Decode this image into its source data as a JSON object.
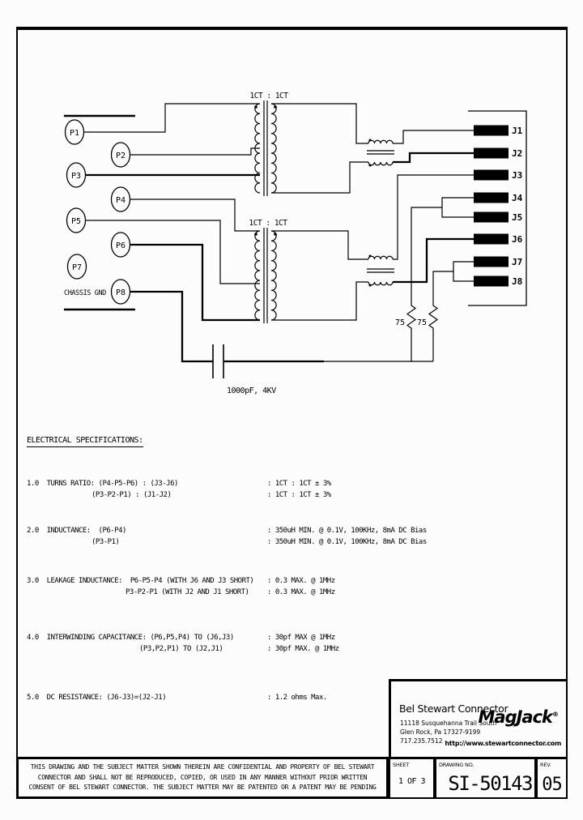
{
  "schematic": {
    "transformer1_label": "1CT : 1CT",
    "transformer2_label": "1CT : 1CT",
    "p_pins": [
      "P1",
      "P2",
      "P3",
      "P4",
      "P5",
      "P6",
      "P7",
      "P8"
    ],
    "j_pins": [
      "J1",
      "J2",
      "J3",
      "J4",
      "J5",
      "J6",
      "J7",
      "J8"
    ],
    "chassis_gnd_label": "CHASSIS GND",
    "capacitor_label": "1000pF, 4KV",
    "resistor_labels": [
      "75",
      "75"
    ]
  },
  "specs": {
    "heading": "ELECTRICAL SPECIFICATIONS:",
    "items": [
      {
        "rows": [
          {
            "left": "1.0  TURNS RATIO: (P4-P5-P6) : (J3-J6)",
            "right": ": 1CT : 1CT ± 3%"
          },
          {
            "left": "(P3-P2-P1) : (J1-J2)",
            "right": ": 1CT : 1CT ± 3%"
          }
        ]
      },
      {
        "rows": [
          {
            "left": "2.0  INDUCTANCE:  (P6-P4)",
            "right": ": 350uH MIN. @ 0.1V, 100KHz, 8mA DC Bias"
          },
          {
            "left": "(P3-P1)",
            "right": ": 350uH MIN. @ 0.1V, 100KHz, 8mA DC Bias"
          }
        ]
      },
      {
        "rows": [
          {
            "left": "3.0  LEAKAGE INDUCTANCE:  P6-P5-P4 (WITH J6 AND J3 SHORT)",
            "right": ": 0.3 MAX. @ 1MHz"
          },
          {
            "left": "P3-P2-P1 (WITH J2 AND J1 SHORT)",
            "right": ": 0.3 MAX. @ 1MHz"
          }
        ]
      },
      {
        "rows": [
          {
            "left": "4.0  INTERWINDING CAPACITANCE: (P6,P5,P4) TO (J6,J3)",
            "right": ": 30pf MAX @ 1MHz"
          },
          {
            "left": "(P3,P2,P1) TO (J2,J1)",
            "right": ": 30pf MAX. @ 1MHz"
          }
        ]
      },
      {
        "rows": [
          {
            "left": "5.0  DC RESISTANCE: (J6-J3)=(J2-J1)",
            "right": ": 1.2 ohms Max."
          }
        ]
      }
    ]
  },
  "title_block": {
    "company": "Bel Stewart Connector",
    "address_line1": "11118 Susquehanna Trail South",
    "address_line2": "Glen Rock, Pa  17327-9199",
    "phone": "717.235.7512",
    "brand": "MagJack",
    "brand_mark": "®",
    "website": "http://www.stewartconnector.com",
    "sheet_label": "SHEET",
    "sheet_value": "1 OF 3",
    "drawing_no_label": "DRAWING NO.",
    "drawing_no_value": "SI-50143",
    "rev_label": "REV.",
    "rev_value": "05"
  },
  "legal": {
    "text": "THIS DRAWING AND THE SUBJECT MATTER SHOWN THEREIN ARE CONFIDENTIAL AND PROPERTY OF BEL STEWART CONNECTOR AND SHALL NOT BE REPRODUCED, COPIED, OR USED IN ANY MANNER WITHOUT PRIOR WRITTEN CONSENT OF BEL STEWART CONNECTOR.  THE SUBJECT MATTER MAY BE PATENTED OR A PATENT MAY BE PENDING"
  }
}
